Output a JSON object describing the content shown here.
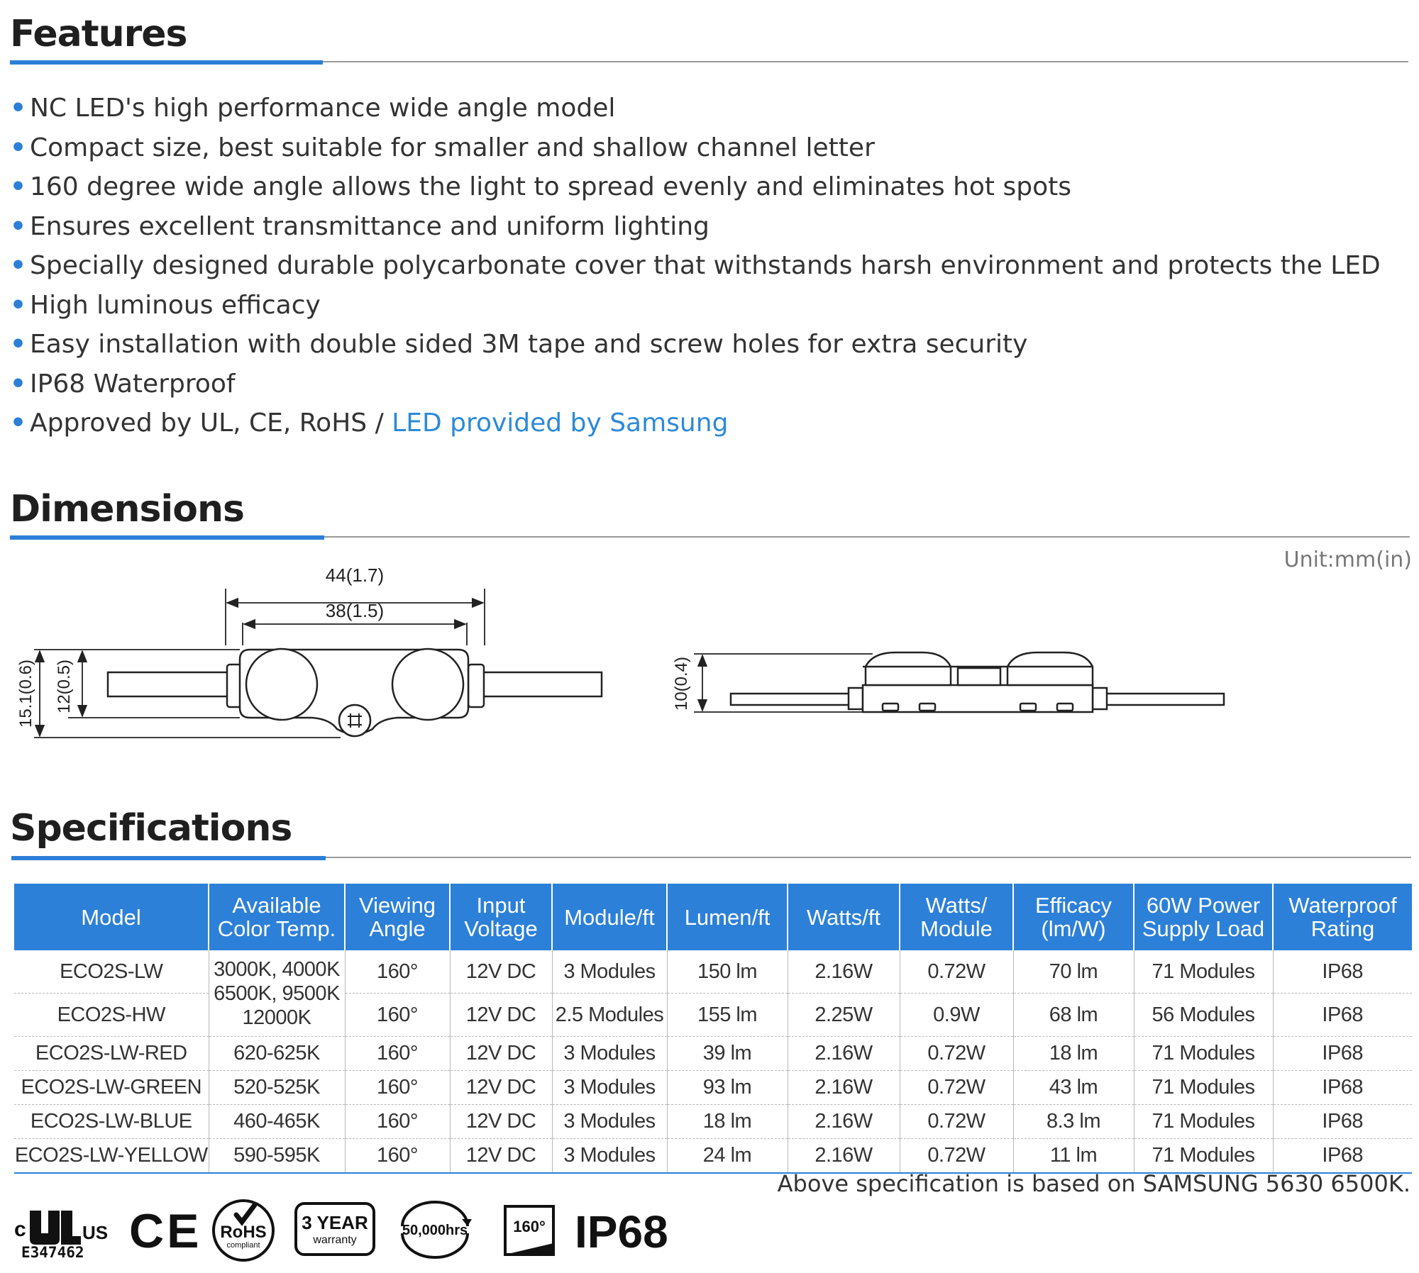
{
  "features": {
    "title": "Features",
    "bullet": "•",
    "items": [
      "NC LED's high performance wide angle model",
      "Compact size, best suitable for smaller and shallow channel letter",
      "160 degree wide angle allows the light to spread evenly and eliminates hot spots",
      "Ensures excellent transmittance and uniform lighting",
      "Specially designed durable polycarbonate cover that withstands harsh environment and protects the LED",
      "High luminous efficacy",
      "Easy installation with double sided 3M tape and screw holes for extra security",
      "IP68 Waterproof"
    ],
    "approval_text": "Approved by UL, CE, RoHS",
    "approval_separator": " / ",
    "approval_highlight": "LED provided by Samsung"
  },
  "dimensions": {
    "title": "Dimensions",
    "unit": "Unit:mm(in)",
    "labels": {
      "overall_length": "44(1.7)",
      "lens_span": "38(1.5)",
      "overall_width": "15.1(0.6)",
      "body_width": "12(0.5)",
      "height": "10(0.4)"
    }
  },
  "specifications": {
    "title": "Specifications",
    "headers": [
      [
        "Model"
      ],
      [
        "Available",
        "Color Temp."
      ],
      [
        "Viewing",
        "Angle"
      ],
      [
        "Input",
        "Voltage"
      ],
      [
        "Module/ft"
      ],
      [
        "Lumen/ft"
      ],
      [
        "Watts/ft"
      ],
      [
        "Watts/",
        "Module"
      ],
      [
        "Efficacy",
        "(lm/W)"
      ],
      [
        "60W Power",
        "Supply Load"
      ],
      [
        "Waterproof",
        "Rating"
      ]
    ],
    "shared_color_temp": [
      "3000K, 4000K",
      "6500K, 9500K",
      "12000K"
    ],
    "rows": [
      {
        "model": "ECO2S-LW",
        "color_temp": "",
        "angle": "160°",
        "voltage": "12V DC",
        "module_ft": "3 Modules",
        "lumen_ft": "150 lm",
        "watts_ft": "2.16W",
        "watts_module": "0.72W",
        "efficacy": "70 lm",
        "psu_load": "71 Modules",
        "rating": "IP68"
      },
      {
        "model": "ECO2S-HW",
        "color_temp": "",
        "angle": "160°",
        "voltage": "12V DC",
        "module_ft": "2.5 Modules",
        "lumen_ft": "155 lm",
        "watts_ft": "2.25W",
        "watts_module": "0.9W",
        "efficacy": "68 lm",
        "psu_load": "56 Modules",
        "rating": "IP68"
      },
      {
        "model": "ECO2S-LW-RED",
        "color_temp": "620-625K",
        "angle": "160°",
        "voltage": "12V DC",
        "module_ft": "3 Modules",
        "lumen_ft": "39 lm",
        "watts_ft": "2.16W",
        "watts_module": "0.72W",
        "efficacy": "18 lm",
        "psu_load": "71 Modules",
        "rating": "IP68"
      },
      {
        "model": "ECO2S-LW-GREEN",
        "color_temp": "520-525K",
        "angle": "160°",
        "voltage": "12V DC",
        "module_ft": "3 Modules",
        "lumen_ft": "93 lm",
        "watts_ft": "2.16W",
        "watts_module": "0.72W",
        "efficacy": "43 lm",
        "psu_load": "71 Modules",
        "rating": "IP68"
      },
      {
        "model": "ECO2S-LW-BLUE",
        "color_temp": "460-465K",
        "angle": "160°",
        "voltage": "12V DC",
        "module_ft": "3 Modules",
        "lumen_ft": "18 lm",
        "watts_ft": "2.16W",
        "watts_module": "0.72W",
        "efficacy": "8.3 lm",
        "psu_load": "71 Modules",
        "rating": "IP68"
      },
      {
        "model": "ECO2S-LW-YELLOW",
        "color_temp": "590-595K",
        "angle": "160°",
        "voltage": "12V DC",
        "module_ft": "3 Modules",
        "lumen_ft": "24 lm",
        "watts_ft": "2.16W",
        "watts_module": "0.72W",
        "efficacy": "11 lm",
        "psu_load": "71 Modules",
        "rating": "IP68"
      }
    ],
    "note": "Above specification is based on SAMSUNG 5630 6500K."
  },
  "certifications": {
    "ul_c": "c",
    "ul_us": "US",
    "ul_file": "E347462",
    "ce": "CE",
    "rohs": "RoHS",
    "rohs_sub": "compliant",
    "warranty_main": "3 YEAR",
    "warranty_sub": "warranty",
    "hours": "50,000hrs",
    "angle": "160°",
    "ip": "IP68"
  },
  "colors": {
    "accent": "#2c7fd6",
    "table_header": "#2c80d8",
    "highlight_text": "#2c8ad8",
    "text": "#333333"
  }
}
